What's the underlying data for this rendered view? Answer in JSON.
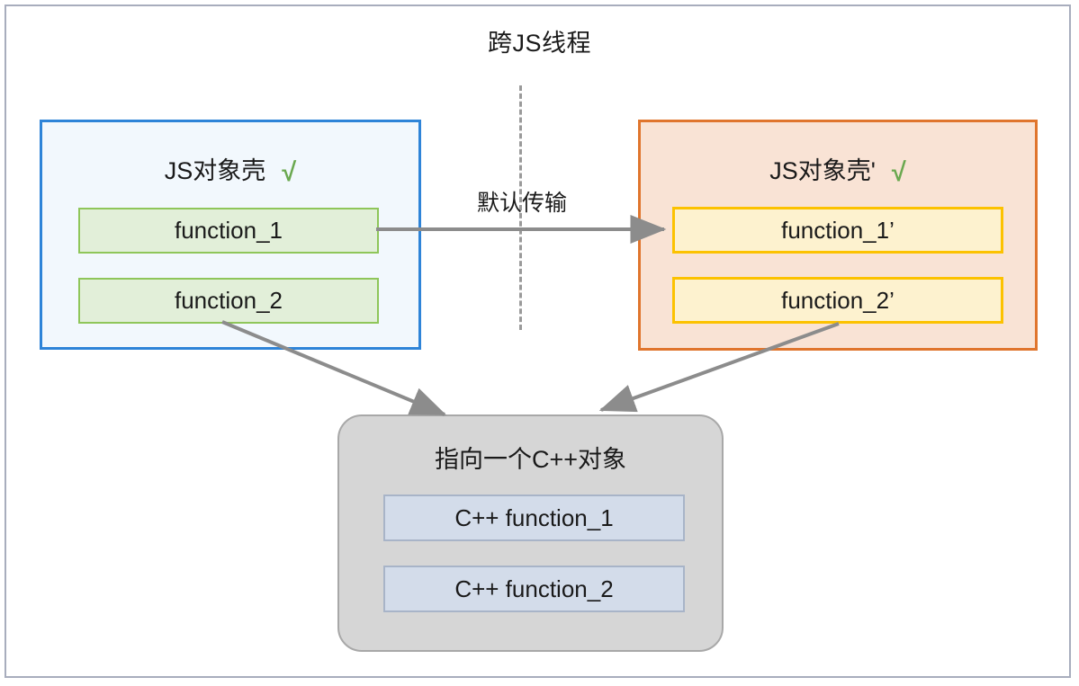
{
  "diagram": {
    "title": "跨JS线程",
    "transfer_label": "默认传输",
    "colors": {
      "frame_border": "#a8adbd",
      "left_shell_border": "#2e84d8",
      "left_shell_fill": "#f2f8fd",
      "right_shell_border": "#e0752d",
      "right_shell_fill": "#f9e3d5",
      "green_fill": "#e2efd9",
      "green_border": "#8fc65a",
      "yellow_fill": "#fdf2cf",
      "yellow_border": "#fcc200",
      "gray_fill": "#d6d6d6",
      "gray_border": "#a8a8a8",
      "blue_fill": "#d3dcea",
      "blue_border": "#a8b4c8",
      "arrow": "#8c8c8c",
      "check": "#6aa84f"
    },
    "left_shell": {
      "title": "JS对象壳",
      "check": "√",
      "functions": [
        {
          "label": "function_1"
        },
        {
          "label": "function_2"
        }
      ]
    },
    "right_shell": {
      "title": "JS对象壳'",
      "check": "√",
      "functions": [
        {
          "label": "function_1’"
        },
        {
          "label": "function_2’"
        }
      ]
    },
    "cpp_object": {
      "title": "指向一个C++对象",
      "functions": [
        {
          "label": "C++ function_1"
        },
        {
          "label": "C++ function_2"
        }
      ]
    }
  }
}
